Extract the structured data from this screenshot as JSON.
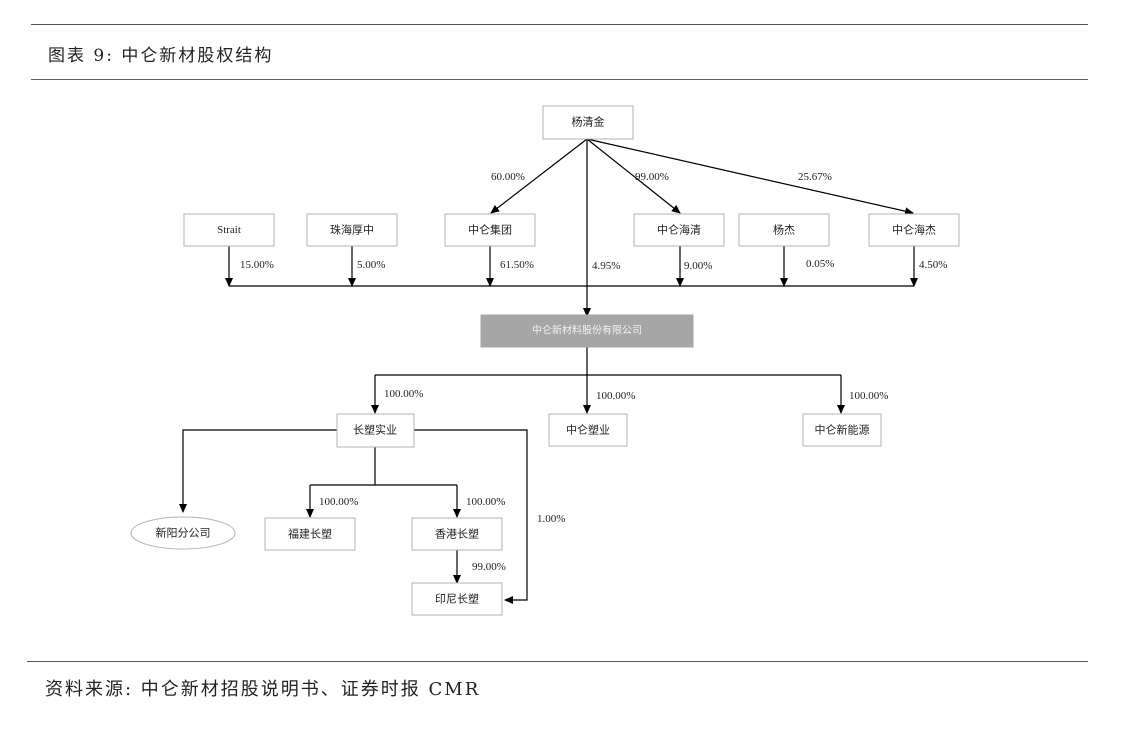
{
  "figure": {
    "title": "图表 9:  中仑新材股权结构",
    "source": "资料来源:  中仑新材招股说明书、证券时报 CMR"
  },
  "colors": {
    "title_rule": "#555555",
    "accent_rule": "#c0392b",
    "main_box_fill": "#a6a6a6",
    "main_box_text": "#f2f2f2",
    "box_border": "#a9b4c2"
  },
  "nodes": {
    "yang_qingjin": "杨清金",
    "strait": "Strait",
    "zhuhai_houzhong": "珠海厚中",
    "zhonglun_group": "中仑集团",
    "zhonglun_haiqing": "中仑海清",
    "yang_jie": "杨杰",
    "zhonglun_haijie": "中仑海杰",
    "company": "中仑新材料股份有限公司",
    "changsu_industry": "长塑实业",
    "zhonglun_plastics": "中仑塑业",
    "zhonglun_new_energy": "中仑新能源",
    "xinyang_branch": "新阳分公司",
    "fujian_changsu": "福建长塑",
    "hongkong_changsu": "香港长塑",
    "indonesia_changsu": "印尼长塑"
  },
  "edges": {
    "yqj_to_group": "60.00%",
    "yqj_to_haiqing": "99.00%",
    "yqj_to_haijie": "25.67%",
    "yqj_to_company": "4.95%",
    "strait_to_company": "15.00%",
    "zhuhai_to_company": "5.00%",
    "group_to_company": "61.50%",
    "haiqing_to_company": "9.00%",
    "yangjie_to_company": "0.05%",
    "haijie_to_company": "4.50%",
    "company_to_changsu": "100.00%",
    "company_to_plastics": "100.00%",
    "company_to_new_energy": "100.00%",
    "changsu_to_fujian": "100.00%",
    "changsu_to_hongkong": "100.00%",
    "changsu_to_indonesia": "1.00%",
    "hongkong_to_indonesia": "99.00%"
  }
}
